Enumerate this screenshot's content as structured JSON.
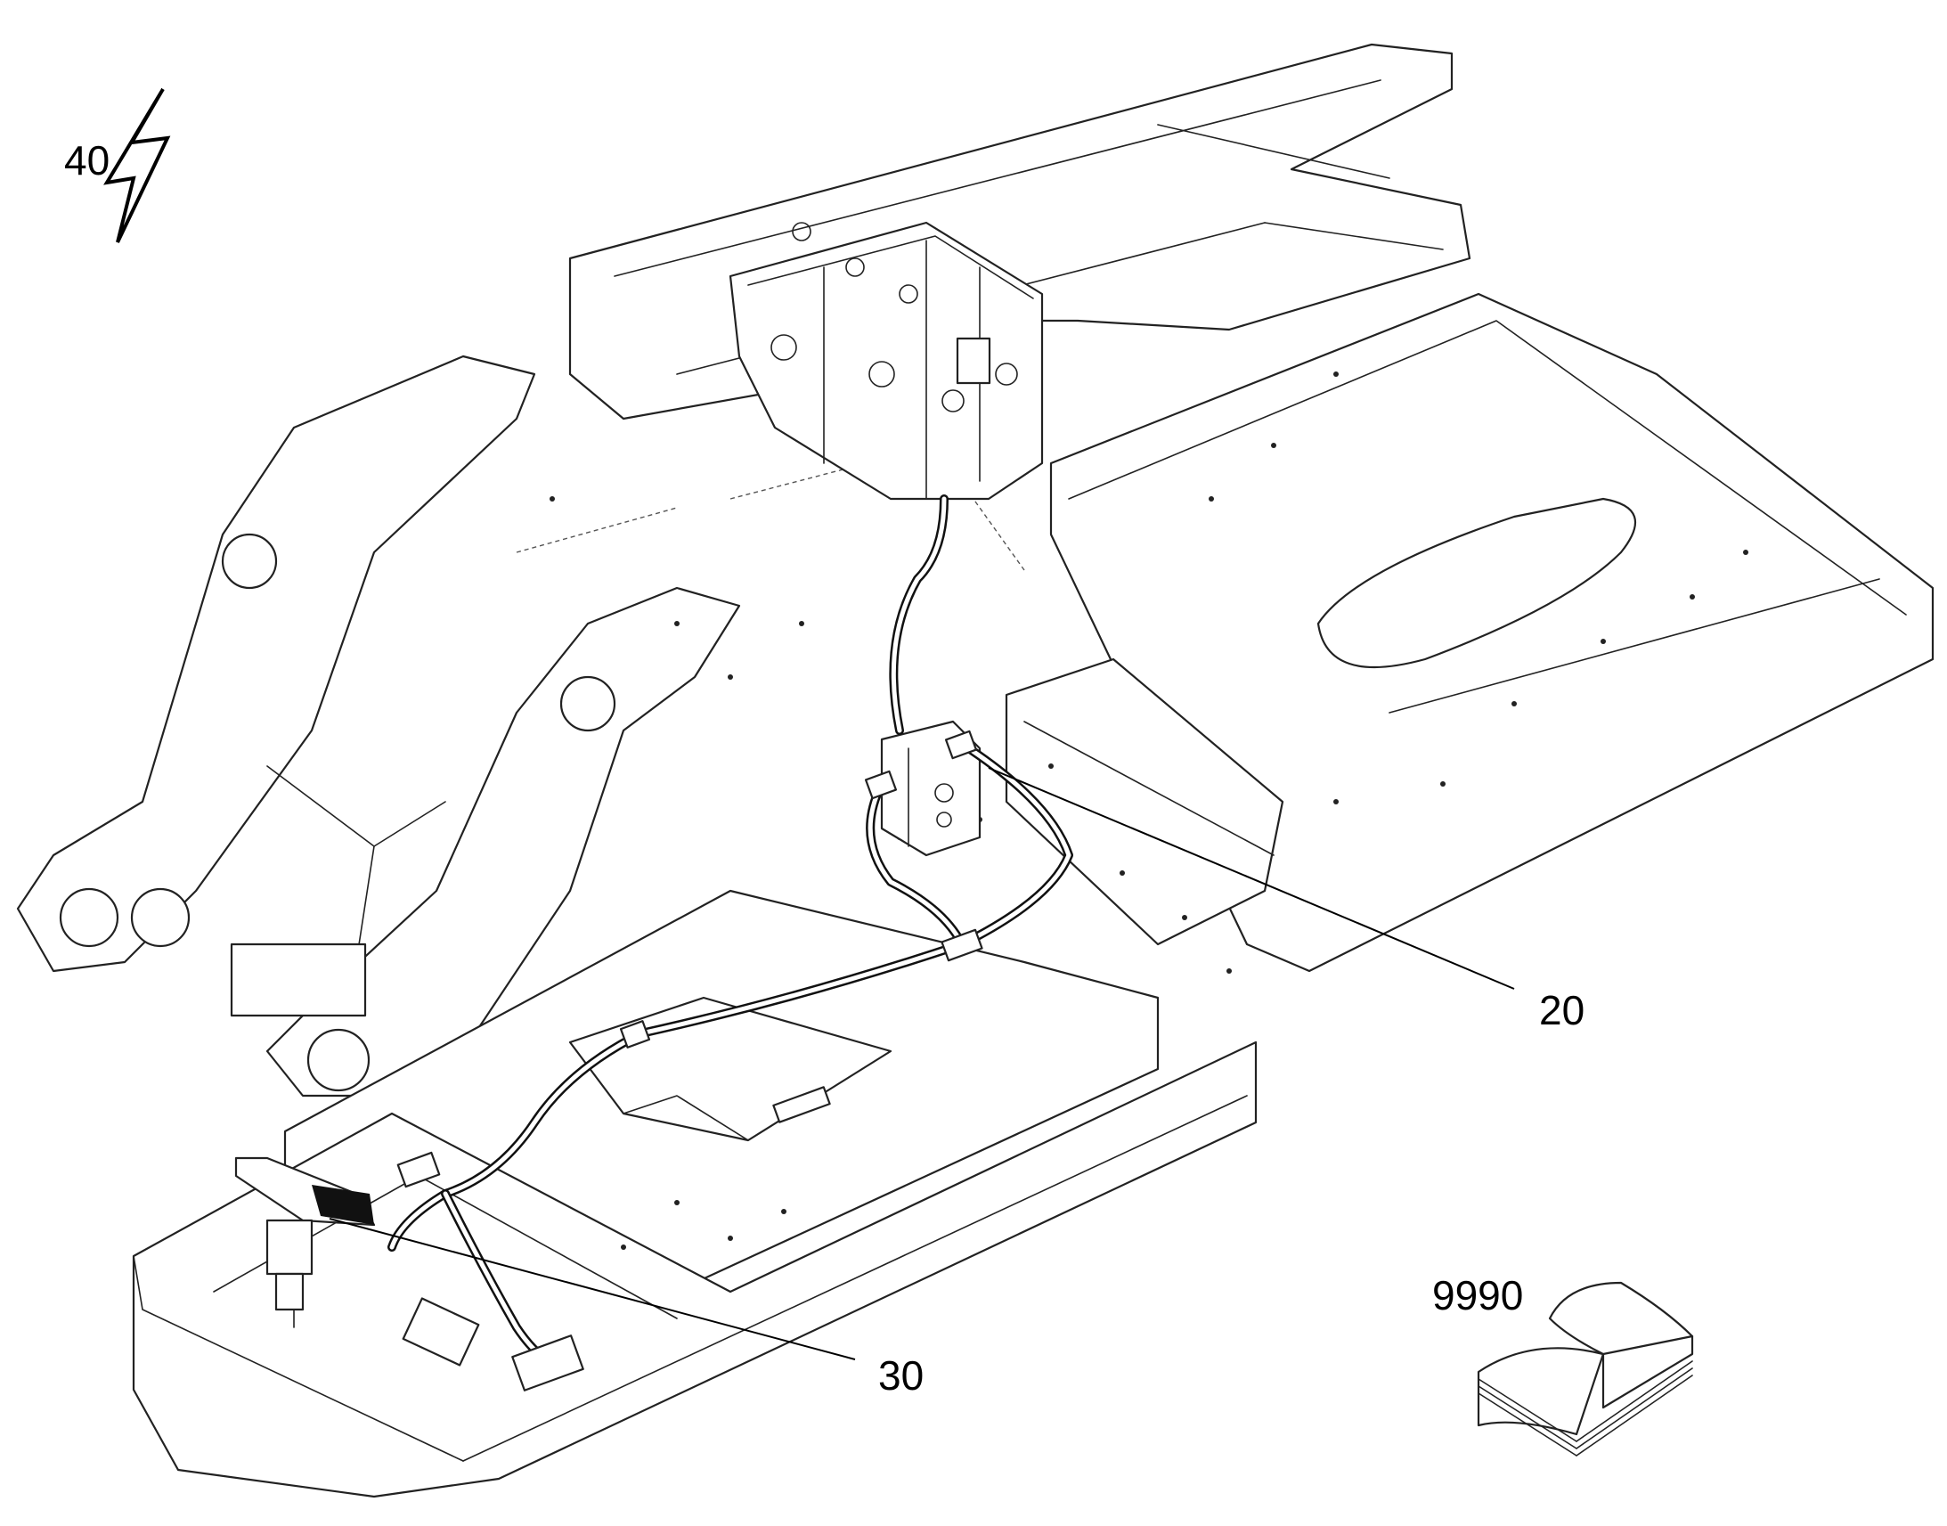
{
  "callouts": {
    "electrical": "40",
    "hose_line": "20",
    "pedal_valve": "30",
    "manual": "9990"
  },
  "icons": {
    "electrical_symbol": "lightning-bolt-icon",
    "manual_symbol": "open-book-icon"
  },
  "colors": {
    "line": "#222222",
    "background": "#ffffff"
  }
}
